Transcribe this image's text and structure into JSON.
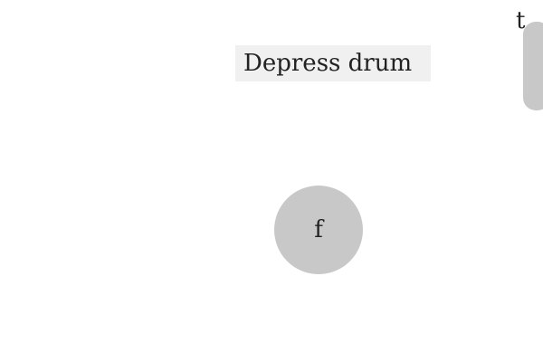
{
  "instruction": {
    "text": "Depress drum"
  },
  "drum_button": {
    "key_label": "f"
  },
  "edge_control": {
    "key_label": "t"
  },
  "colors": {
    "background": "#ffffff",
    "label_background": "#f0f0f0",
    "control_fill": "#c8c8c8",
    "text": "#222222"
  }
}
